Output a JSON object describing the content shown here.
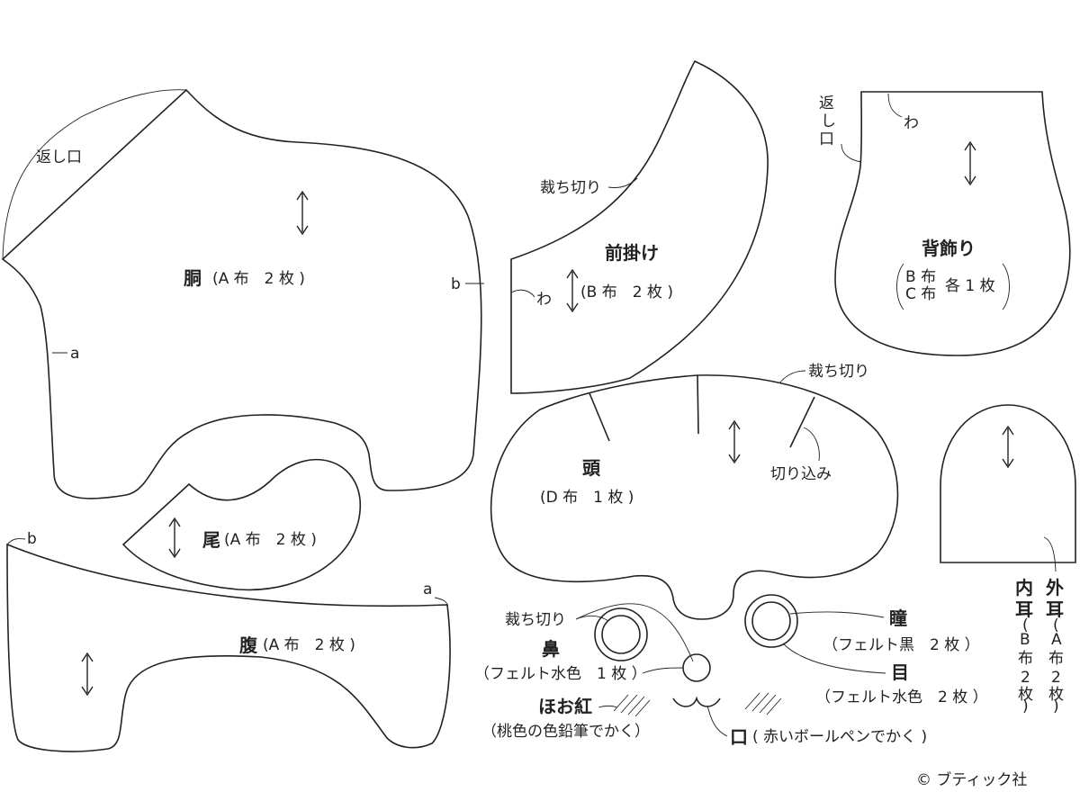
{
  "pieces": {
    "body": {
      "name": "胴",
      "spec": "(A 布　2 枚 )",
      "opening": "返し口",
      "mark_a": "a",
      "mark_b": "b"
    },
    "front": {
      "name": "前掛け",
      "spec": "(B 布　2 枚 )",
      "cut": "裁ち切り",
      "fold": "わ"
    },
    "back_deco": {
      "name": "背飾り",
      "spec_b": "B 布",
      "spec_c": "C 布",
      "spec_count": "各 1 枚",
      "opening_1": "返",
      "opening_2": "し",
      "opening_3": "口",
      "fold": "わ"
    },
    "head": {
      "name": "頭",
      "spec": "(D 布　1 枚 )",
      "cut": "裁ち切り",
      "slit": "切り込み"
    },
    "tail": {
      "name": "尾",
      "spec": "(A 布　2 枚 )"
    },
    "belly": {
      "name": "腹",
      "spec": "(A 布　2 枚 )",
      "mark_a": "a",
      "mark_b": "b"
    },
    "outer_ear": {
      "name_1": "外",
      "name_2": "耳",
      "spec": [
        "(",
        "A",
        "布",
        "2",
        "枚",
        ")"
      ]
    },
    "inner_ear": {
      "name_1": "内",
      "name_2": "耳",
      "spec": [
        "(",
        "B",
        "布",
        "2",
        "枚",
        ")"
      ]
    },
    "pupil": {
      "name": "瞳",
      "spec": "（フェルト黒　2 枚 ）"
    },
    "eye": {
      "name": "目",
      "spec": "（フェルト水色　2 枚 ）",
      "cut": "裁ち切り"
    },
    "nose": {
      "name": "鼻",
      "spec": "（フェルト水色　1 枚 ）"
    },
    "cheek": {
      "name": "ほお紅",
      "spec": "（桃色の色鉛筆でかく）"
    },
    "mouth": {
      "name": "口",
      "spec": "( 赤いボールペンでかく )"
    }
  },
  "copyright": "© ブティック社"
}
